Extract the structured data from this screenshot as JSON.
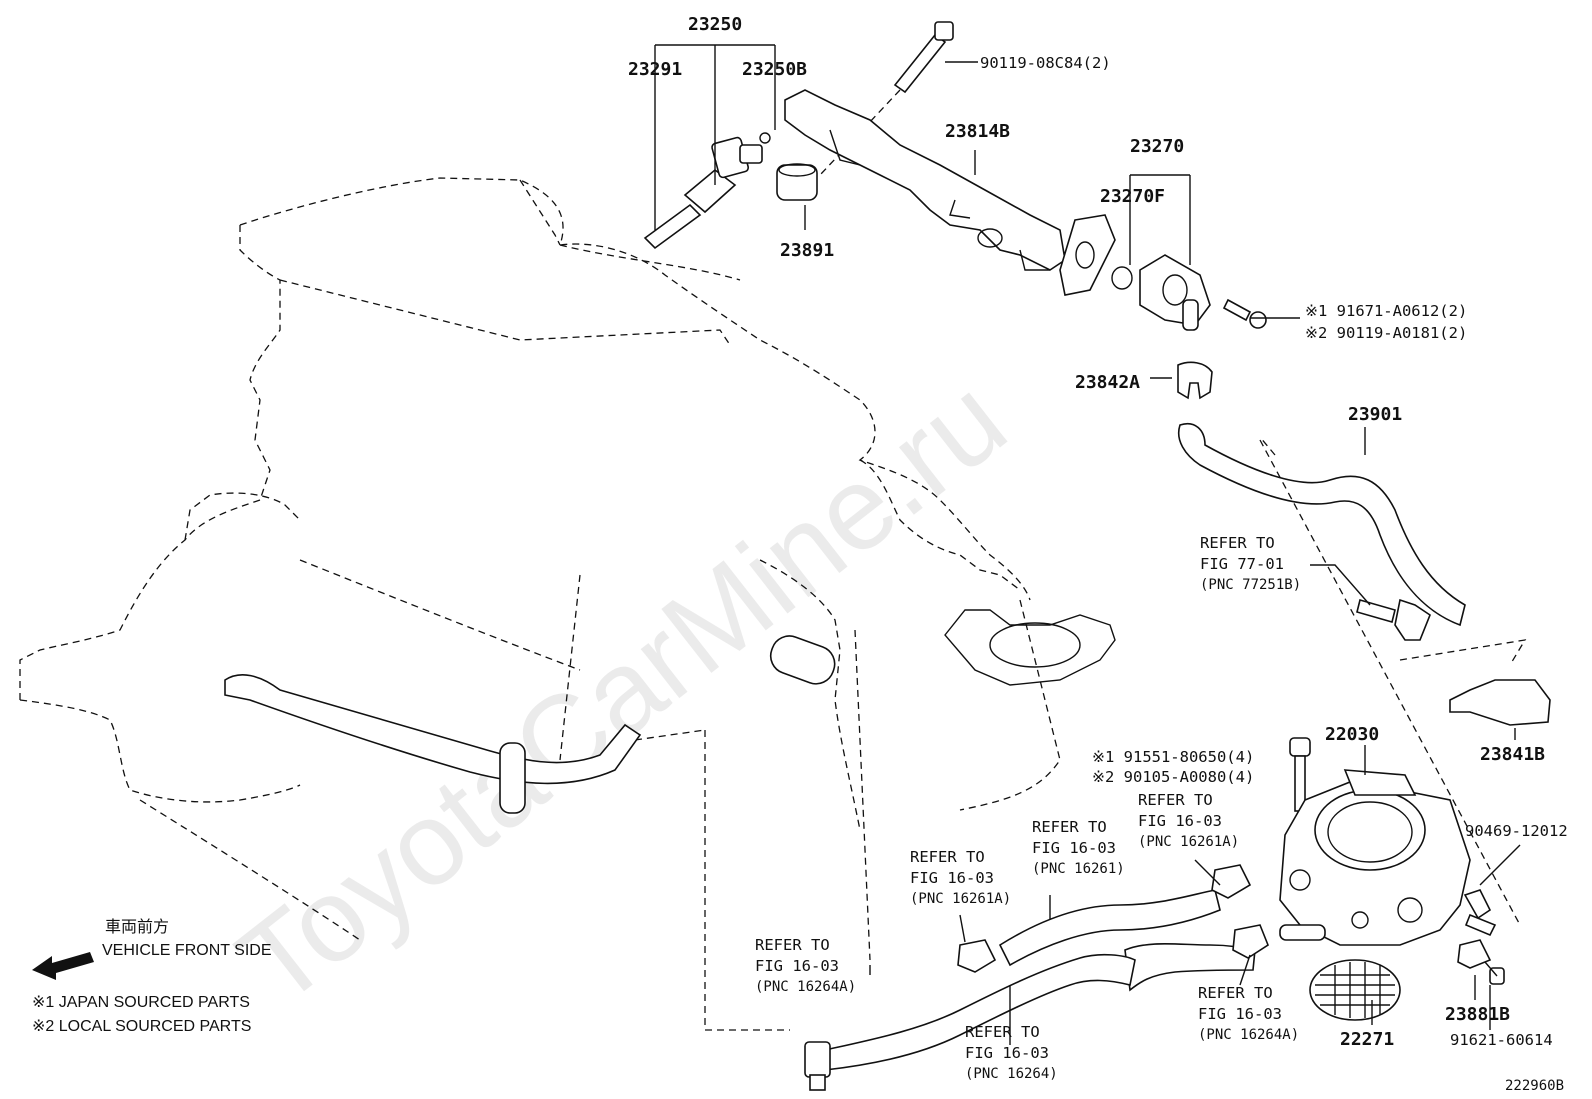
{
  "watermark": "ToyotaCarMine.ru",
  "diagram_id": "222960B",
  "legend": {
    "vehicle_front_jp": "車両前方",
    "vehicle_front": "VEHICLE FRONT SIDE",
    "note1": "※1 JAPAN SOURCED PARTS",
    "note2": "※2 LOCAL SOURCED PARTS"
  },
  "parts": {
    "p23250": "23250",
    "p23291": "23291",
    "p23250B": "23250B",
    "p90119_08C84": "90119-08C84(2)",
    "p23814B": "23814B",
    "p23891": "23891",
    "p23270": "23270",
    "p23270F": "23270F",
    "p91671": "※1 91671-A0612(2)",
    "p90119_A0181": "※2 90119-A0181(2)",
    "p23842A": "23842A",
    "p23901": "23901",
    "p23841B": "23841B",
    "p22030": "22030",
    "p91551": "※1 91551-80650(4)",
    "p90105": "※2 90105-A0080(4)",
    "p90469": "90469-12012",
    "p23881B": "23881B",
    "p22271": "22271",
    "p91621": "91621-60614"
  },
  "refs": {
    "r77251B": {
      "l1": "REFER TO",
      "l2": "FIG 77-01",
      "l3": "(PNC 77251B)"
    },
    "r16261A_right": {
      "l1": "REFER TO",
      "l2": "FIG 16-03",
      "l3": "(PNC 16261A)"
    },
    "r16261": {
      "l1": "REFER TO",
      "l2": "FIG 16-03",
      "l3": "(PNC 16261)"
    },
    "r16261A_left": {
      "l1": "REFER TO",
      "l2": "FIG 16-03",
      "l3": "(PNC 16261A)"
    },
    "r16264A_left": {
      "l1": "REFER TO",
      "l2": "FIG 16-03",
      "l3": "(PNC 16264A)"
    },
    "r16264": {
      "l1": "REFER TO",
      "l2": "FIG 16-03",
      "l3": "(PNC 16264)"
    },
    "r16264A_right": {
      "l1": "REFER TO",
      "l2": "FIG 16-03",
      "l3": "(PNC 16264A)"
    }
  }
}
